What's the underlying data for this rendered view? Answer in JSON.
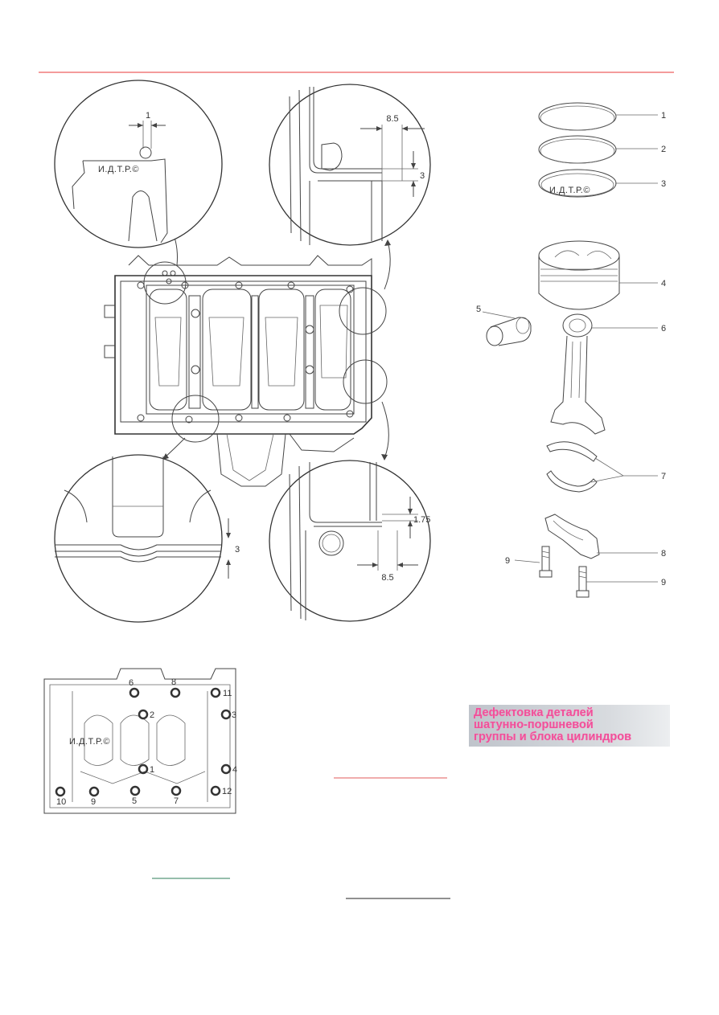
{
  "colors": {
    "header_rule": "#f07a7a",
    "section_title_text": "#f0509a",
    "section_title_bg": "#c9cdd2",
    "link_red": "#e05a5a",
    "link_green": "#2e7d5a",
    "link_black": "#222222"
  },
  "watermark": "И.Д.Т.Р.©",
  "detail_top_left": {
    "dim": "1"
  },
  "detail_top_right": {
    "dim_horizontal": "8.5",
    "dim_vertical": "3"
  },
  "detail_bottom_left": {
    "dim": "3"
  },
  "detail_bottom_right": {
    "dim_vertical": "1.75",
    "dim_horizontal": "8.5"
  },
  "parts_callouts": [
    "1",
    "2",
    "3",
    "4",
    "5",
    "6",
    "7",
    "8",
    "9",
    "9"
  ],
  "bolt_order": [
    "6",
    "8",
    "11",
    "2",
    "3",
    "1",
    "4",
    "10",
    "9",
    "5",
    "7",
    "12"
  ],
  "section_title": {
    "lines": [
      "Дефектовка деталей",
      "шатунно-поршневой",
      "группы и блока цилиндров"
    ]
  }
}
